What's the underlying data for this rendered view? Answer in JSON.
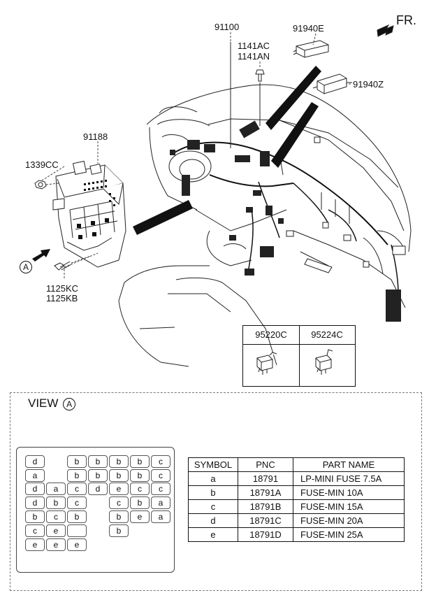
{
  "orientation": "FR.",
  "callouts": {
    "harness": "91100",
    "clip_a": "1141AC",
    "clip_b": "1141AN",
    "module_top": "91940E",
    "module_side": "91940Z",
    "junction_box": "91188",
    "nut": "1339CC",
    "bolt_a": "1125KC",
    "bolt_b": "1125KB",
    "view_marker": "A"
  },
  "relays": {
    "left": "95220C",
    "right": "95224C"
  },
  "view": {
    "label": "VIEW",
    "marker": "A"
  },
  "fuse_box": {
    "fuses": [
      "d",
      "b",
      "b",
      "b",
      "b",
      "c",
      "a",
      "b",
      "b",
      "b",
      "b",
      "c",
      "d",
      "a",
      "c",
      "d",
      "e",
      "c",
      "c",
      "d",
      "b",
      "c",
      "c",
      "b",
      "a",
      "b",
      "c",
      "b",
      "b",
      "e",
      "a",
      "c",
      "e",
      "b",
      "e",
      "e",
      "e"
    ]
  },
  "table": {
    "headers": [
      "SYMBOL",
      "PNC",
      "PART NAME"
    ],
    "rows": [
      [
        "a",
        "18791",
        "LP-MINI FUSE 7.5A"
      ],
      [
        "b",
        "18791A",
        "FUSE-MIN 10A"
      ],
      [
        "c",
        "18791B",
        "FUSE-MIN 15A"
      ],
      [
        "d",
        "18791C",
        "FUSE-MIN 20A"
      ],
      [
        "e",
        "18791D",
        "FUSE-MIN 25A"
      ]
    ]
  }
}
